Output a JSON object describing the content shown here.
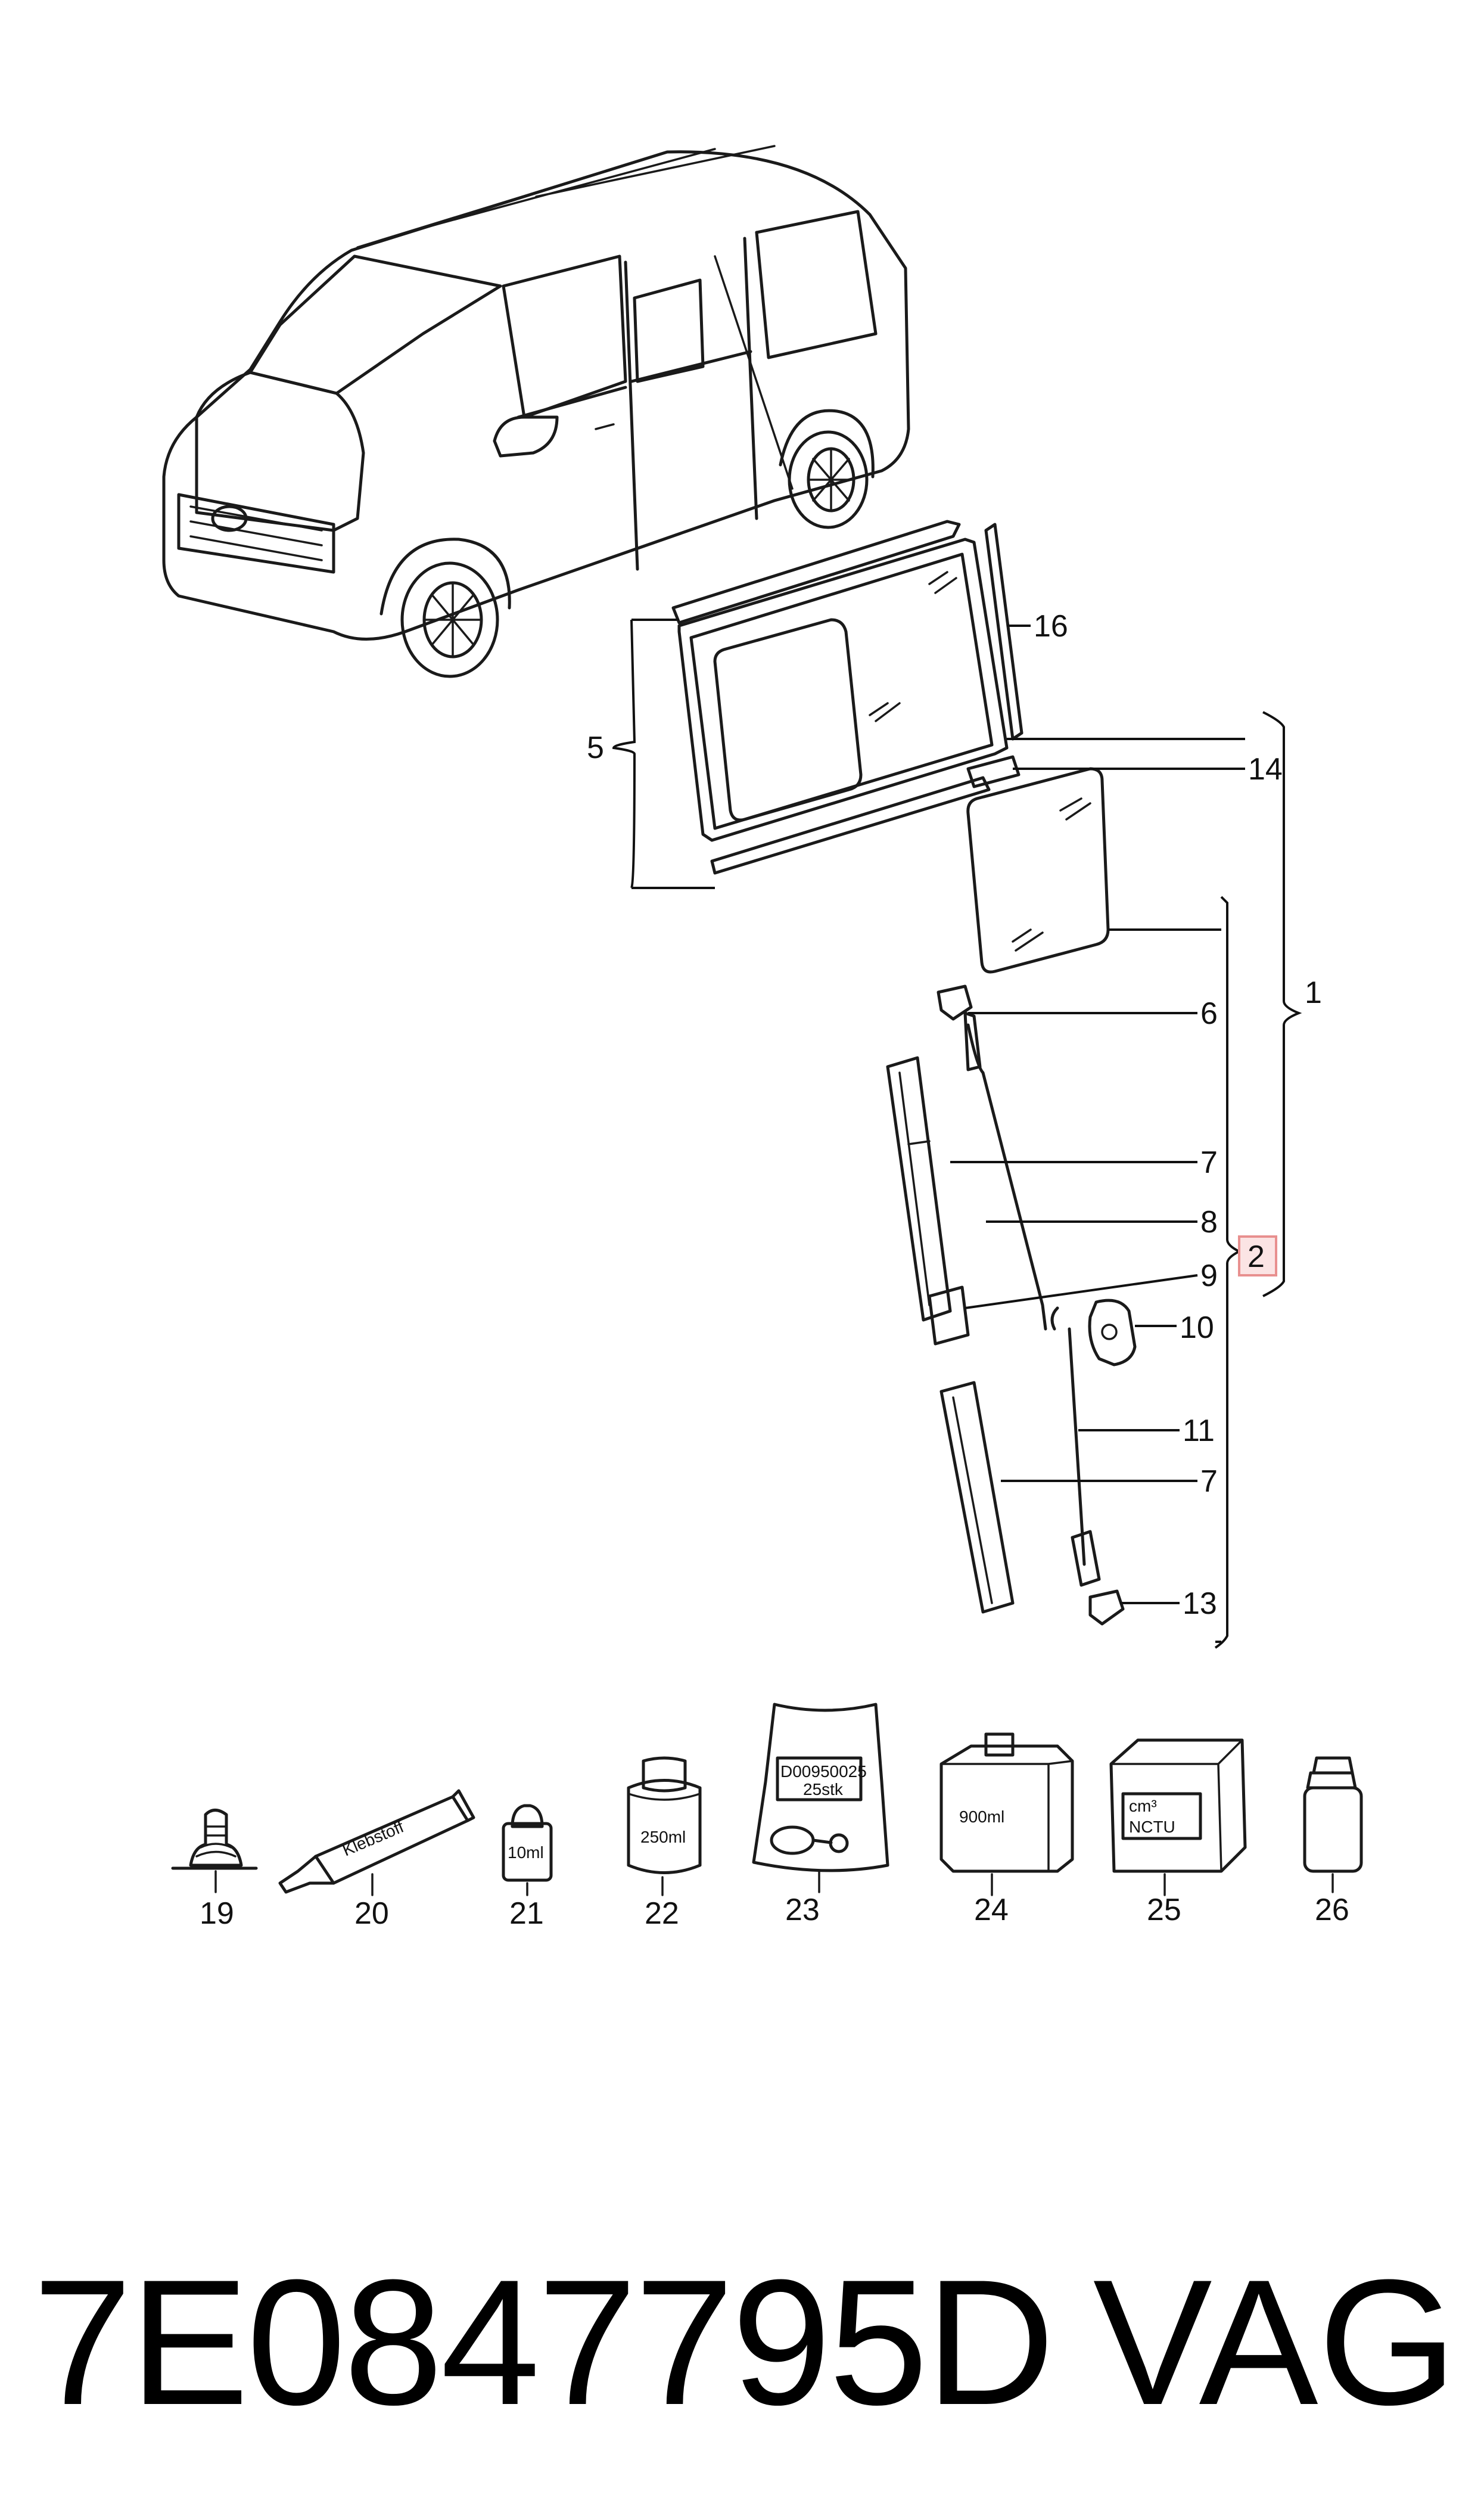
{
  "callouts": {
    "c1": "1",
    "c2": "2",
    "c5": "5",
    "c6": "6",
    "c7a": "7",
    "c7b": "7",
    "c8": "8",
    "c9": "9",
    "c10": "10",
    "c11": "11",
    "c13": "13",
    "c14": "14",
    "c16": "16",
    "c19": "19",
    "c20": "20",
    "c21": "21",
    "c22": "22",
    "c23": "23",
    "c24": "24",
    "c25": "25",
    "c26": "26"
  },
  "package_labels": {
    "tube": "Klebstoff",
    "small_bottle": "10ml",
    "can": "250ml",
    "bag_code": "D00950025",
    "bag_qty": "25stk",
    "big_bottle": "900ml",
    "box_top": "cm³",
    "box_bottom": "NCTU"
  },
  "highlight_color": "#e8908f",
  "footer": {
    "part_number": "7E0847795D",
    "brand": "VAG"
  }
}
